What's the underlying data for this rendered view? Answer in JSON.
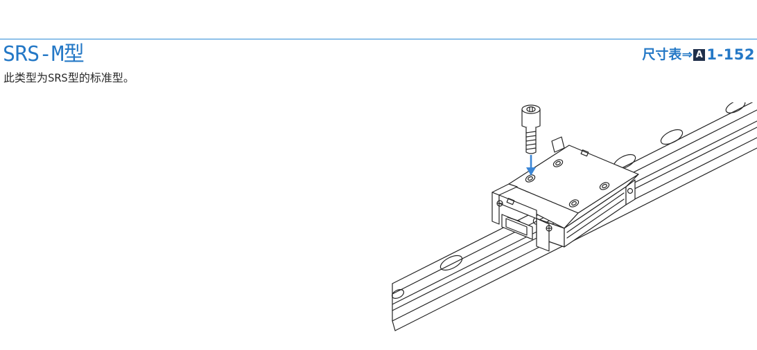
{
  "header": {
    "title": "SRS-M型",
    "reference": {
      "label": "尺寸表⇒",
      "badge": "A",
      "page": "1-152"
    }
  },
  "description": "此类型为SRS型的标准型。",
  "illustration": {
    "icon": "linear-guide-block-icon",
    "colors": {
      "line": "#222222",
      "arrow": "#3a86d6"
    }
  },
  "colors": {
    "accent": "#2478c6",
    "rule": "#2a8ad6",
    "badge": "#1f2f4a"
  }
}
